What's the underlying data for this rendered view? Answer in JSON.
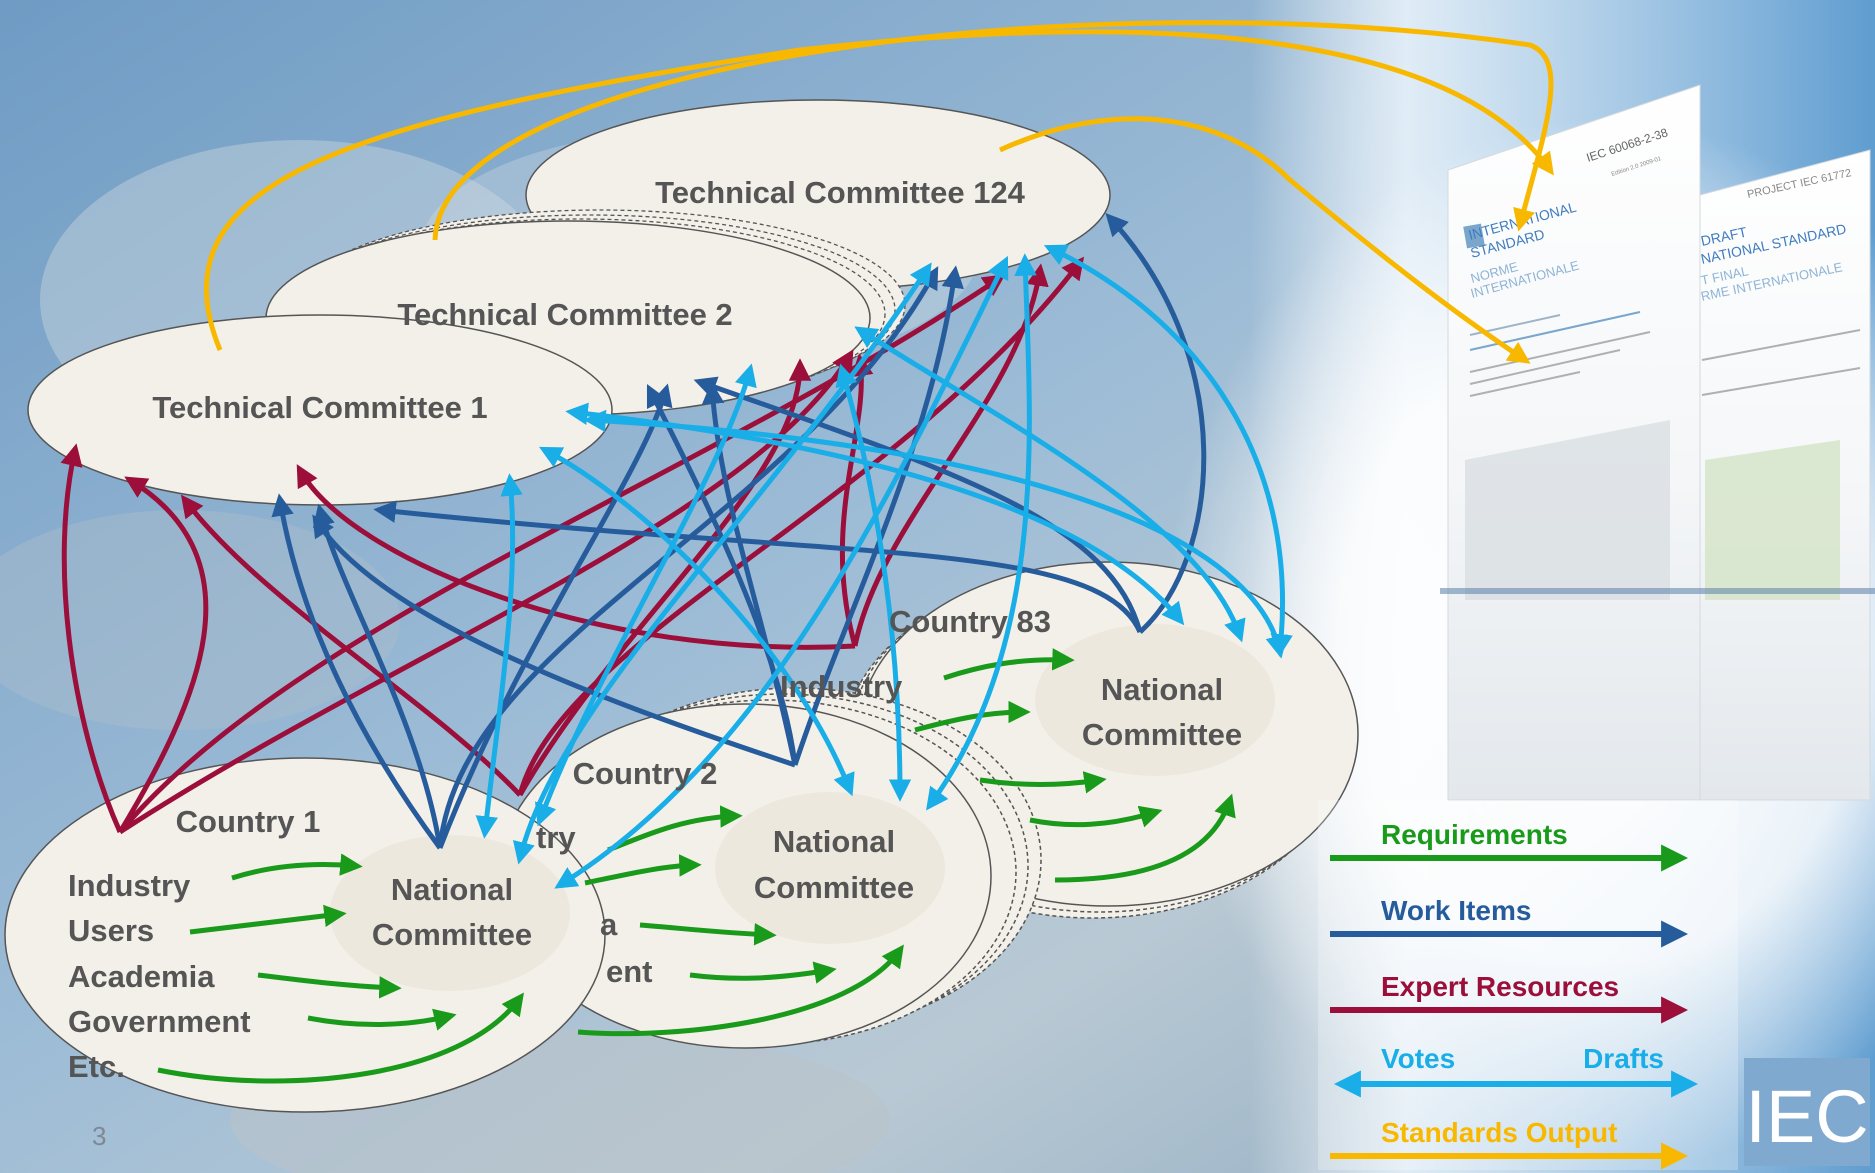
{
  "diagram": {
    "technical_committees": {
      "tc124": "Technical Committee 124",
      "tc2": "Technical Committee 2",
      "tc1": "Technical Committee 1"
    },
    "countries": {
      "country83": {
        "title": "Country 83",
        "stakeholders": [
          "Industry"
        ],
        "national_committee": [
          "National",
          "Committee"
        ]
      },
      "country2": {
        "title": "Country 2",
        "stakeholders": [
          "try",
          "a",
          "ent"
        ],
        "national_committee": [
          "National",
          "Committee"
        ]
      },
      "country1": {
        "title": "Country 1",
        "stakeholders": [
          "Industry",
          "Users",
          "Academia",
          "Government",
          "Etc."
        ],
        "national_committee": [
          "National",
          "Committee"
        ]
      }
    },
    "page_number": "3"
  },
  "legend": {
    "requirements": "Requirements",
    "work_items": "Work Items",
    "expert_resources": "Expert Resources",
    "votes": "Votes",
    "drafts": "Drafts",
    "standards_output": "Standards Output"
  },
  "documents": {
    "doc1": {
      "number": "IEC 60068-2-38",
      "edition": "Edition 2.0  2009-01",
      "lines": [
        "INTERNATIONAL",
        "STANDARD",
        "NORME",
        "INTERNATIONALE"
      ]
    },
    "doc2": {
      "project": "PROJECT IEC 61772",
      "lines": [
        "DRAFT",
        "NATIONAL STANDARD",
        "T FINAL",
        "RME INTERNATIONALE"
      ]
    }
  },
  "logo": {
    "text": "IEC"
  },
  "colors": {
    "requirements": "#1a9a1a",
    "work_items": "#275c9c",
    "expert_resources": "#9b0f3a",
    "votes_drafts": "#19aee8",
    "standards_output": "#f8b800",
    "ellipse_fill": "#f3f0e9",
    "label_gray": "#555555"
  }
}
